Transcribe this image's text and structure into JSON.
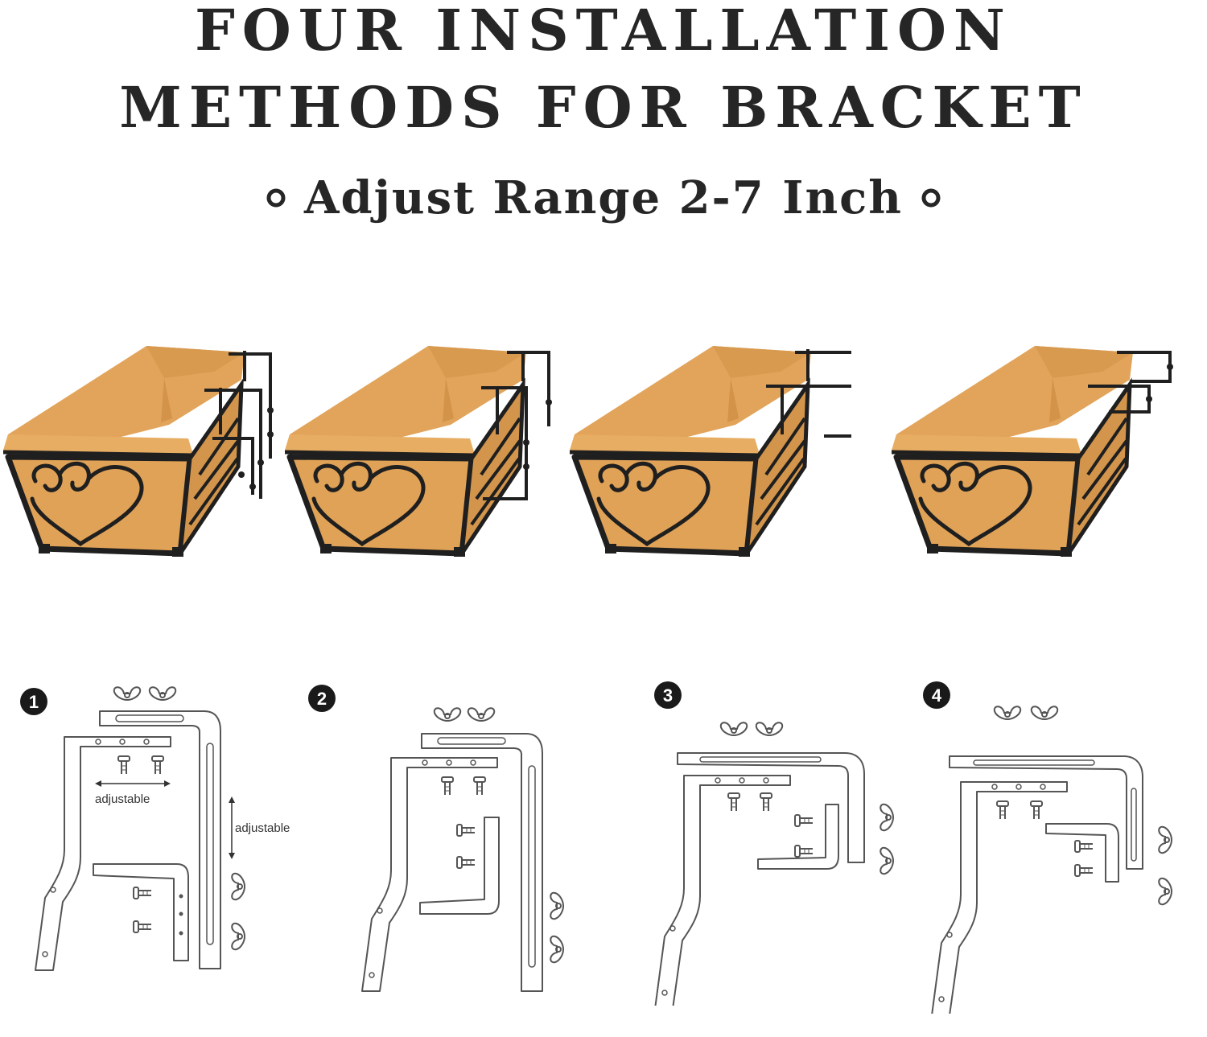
{
  "header": {
    "title_line1": "FOUR INSTALLATION",
    "title_line2": "METHODS FOR BRACKET",
    "subtitle": "Adjust Range 2-7 Inch"
  },
  "colors": {
    "liner": "#e2a45a",
    "liner_dark": "#c98a3f",
    "frame": "#1f1f1f",
    "text": "#262626"
  },
  "planters": [
    {
      "method": 1
    },
    {
      "method": 2
    },
    {
      "method": 3
    },
    {
      "method": 4
    }
  ],
  "diagrams": [
    {
      "step": "1",
      "label_horizontal": "adjustable",
      "label_vertical": "adjustable"
    },
    {
      "step": "2"
    },
    {
      "step": "3"
    },
    {
      "step": "4"
    }
  ]
}
